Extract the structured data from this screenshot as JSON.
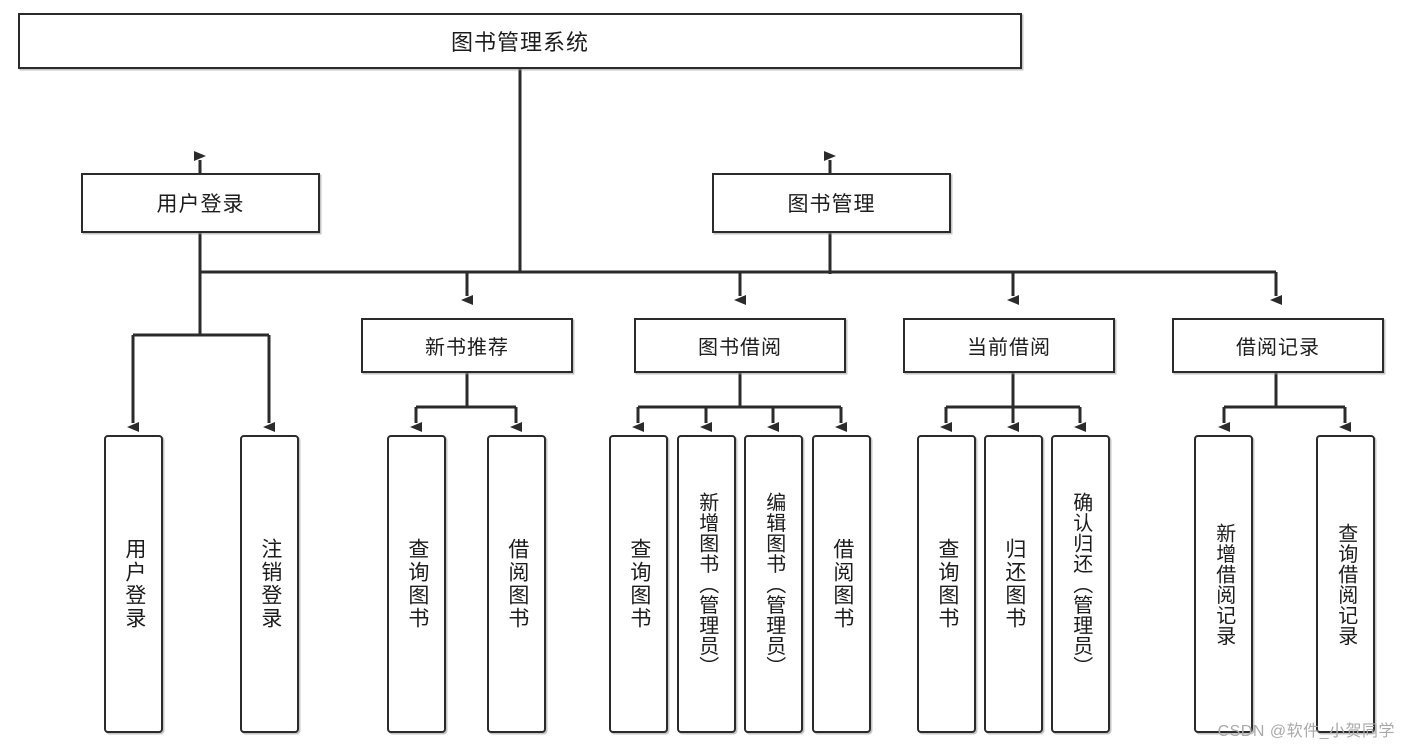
{
  "diagram": {
    "title": "图书管理系统",
    "type": "tree-hierarchy-diagram",
    "root": {
      "id": "root",
      "label": "图书管理系统"
    },
    "level2": [
      {
        "id": "user-login",
        "label": "用户登录"
      },
      {
        "id": "book-manage",
        "label": "图书管理"
      }
    ],
    "level3": [
      {
        "id": "new-book-recommend",
        "label": "新书推荐"
      },
      {
        "id": "book-borrow",
        "label": "图书借阅"
      },
      {
        "id": "current-borrow",
        "label": "当前借阅"
      },
      {
        "id": "borrow-record",
        "label": "借阅记录"
      }
    ],
    "leaves": {
      "user_login": [
        {
          "id": "leaf-user-login",
          "label": "用户登录"
        },
        {
          "id": "leaf-user-logout",
          "label": "注销登录"
        }
      ],
      "new_book_recommend": [
        {
          "id": "leaf-query-book-1",
          "label": "查询图书"
        },
        {
          "id": "leaf-borrow-book-1",
          "label": "借阅图书"
        }
      ],
      "book_borrow": [
        {
          "id": "leaf-query-book-2",
          "label": "查询图书"
        },
        {
          "id": "leaf-add-book",
          "label": "新增图书（管理员）"
        },
        {
          "id": "leaf-edit-book",
          "label": "编辑图书（管理员）"
        },
        {
          "id": "leaf-borrow-book-2",
          "label": "借阅图书"
        }
      ],
      "current_borrow": [
        {
          "id": "leaf-query-book-3",
          "label": "查询图书"
        },
        {
          "id": "leaf-return-book",
          "label": "归还图书"
        },
        {
          "id": "leaf-confirm-return",
          "label": "确认归还（管理员）"
        }
      ],
      "borrow_record": [
        {
          "id": "leaf-add-record",
          "label": "新增借阅记录"
        },
        {
          "id": "leaf-query-record",
          "label": "查询借阅记录"
        }
      ]
    }
  },
  "watermark": {
    "text": "CSDN @软件_小贺同学"
  },
  "colors": {
    "stroke": "#2b2b2b",
    "fill": "#ffffff",
    "text": "#1c1c1c",
    "watermark": "#a9a9a9"
  }
}
